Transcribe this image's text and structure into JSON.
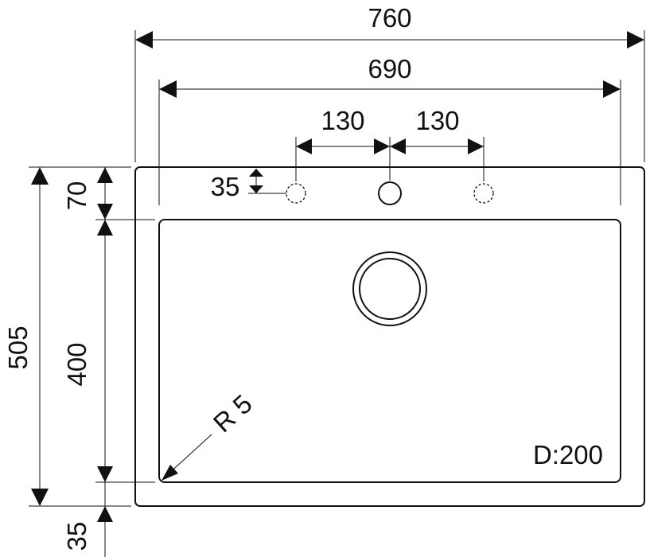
{
  "dimensions": {
    "overall_width": "760",
    "bowl_width": "690",
    "hole_spacing_left": "130",
    "hole_spacing_right": "130",
    "hole_offset": "35",
    "top_rim": "70",
    "overall_depth": "505",
    "bowl_depth": "400",
    "bottom_rim": "35"
  },
  "annotations": {
    "corner_radius": "R 5",
    "drain_diameter": "D:200"
  },
  "colors": {
    "line": "#111111",
    "background": "#ffffff"
  }
}
